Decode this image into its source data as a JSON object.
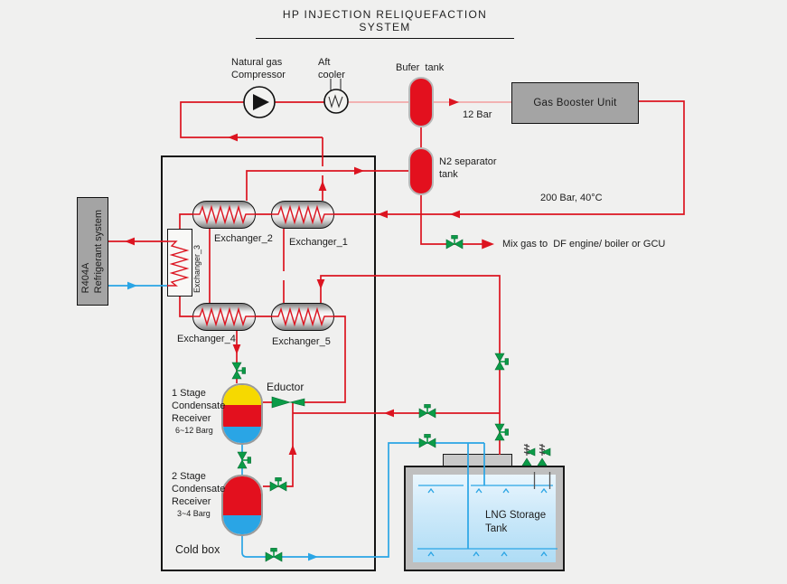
{
  "colors": {
    "line_red": "#dc1420",
    "line_pink": "#f2a9a9",
    "line_blue": "#2aa5e5",
    "valve_green": "#0b9b47",
    "tank_red": "#e3101e",
    "vessel_gray": "#a4a4a4",
    "lng_fill": "#aedcf5",
    "receiver_yellow": "#f6d900"
  },
  "labels": {
    "title": "HP INJECTION RELIQUEFACTION SYSTEM",
    "compressor": "Natural gas\nCompressor",
    "aft_cooler": "Aft\ncooler",
    "bufer_tank": "Bufer  tank",
    "pressure_12bar": "12 Bar",
    "gas_booster": "Gas Booster Unit",
    "n2_separator": "N2 separator\ntank",
    "pressure_200bar": "200 Bar, 40°C",
    "mix_gas": "Mix gas to  DF engine/ boiler or GCU",
    "r404a": "R404A\nRefrigerant system",
    "exchanger_1": "Exchanger_1",
    "exchanger_2": "Exchanger_2",
    "exchanger_3": "Exchanger_3",
    "exchanger_4": "Exchanger_4",
    "exchanger_5": "Exchanger_5",
    "receiver_1": "1 Stage\nCondensate\nReceiver",
    "receiver_1_pressure": "6~12 Barg",
    "eductor": "Eductor",
    "receiver_2": "2 Stage\nCondensate\nReceiver",
    "receiver_2_pressure": "3~4 Barg",
    "cold_box": "Cold box",
    "lng_tank": "LNG Storage\nTank"
  }
}
